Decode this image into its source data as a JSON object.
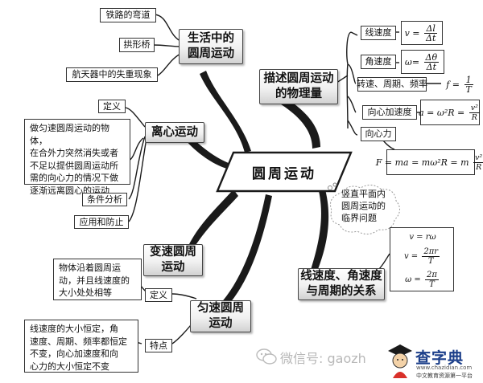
{
  "center": {
    "title": "圆周运动"
  },
  "life": {
    "title": "生活中的\n圆周运动",
    "items": [
      "铁路的弯道",
      "拱形桥",
      "航天器中的失重现象"
    ]
  },
  "describe": {
    "title": "描述圆周运动\n的物理量",
    "items": {
      "linear_speed": "线速度",
      "angular_speed": "角速度",
      "rotation": "转速、周期、频率",
      "centripetal_acc": "向心加速度",
      "centripetal_force": "向心力"
    }
  },
  "centrifugal": {
    "title": "离心运动",
    "definition_label": "定义",
    "definition_text": "做匀速圆周运动的物体，\n在合外力突然消失或者\n不足以提供圆周运动所\n需的向心力的情况下做\n逐渐远离圆心的运动",
    "conditions": "条件分析",
    "applications": "应用和防止"
  },
  "vertical": {
    "text": "竖直平面内\n圆周运动的\n临界问题"
  },
  "variable": {
    "title": "变速圆周\n运动"
  },
  "relation": {
    "title": "线速度、角速度\n与周期的关系"
  },
  "uniform": {
    "title": "匀速圆周\n运动",
    "definition_label": "定义",
    "definition_text": "物体沿着圆周运\n动，并且线速度的\n大小处处相等",
    "feature_label": "特点",
    "feature_text": "线速度的大小恒定，角\n速度、周期、频率都恒定\n不变，向心加速度和向\n心力的大小恒定不变"
  },
  "watermark": {
    "wechat_text": "微信号: gaozh",
    "logo_text": "查字典",
    "logo_site": "www.chazidian.com",
    "logo_subtitle": "中文教育资源第一平台"
  },
  "colors": {
    "branch": "#1a1a1a",
    "topic_shadow": "#d2d2d2",
    "logo_blue": "#1c3f8a"
  }
}
